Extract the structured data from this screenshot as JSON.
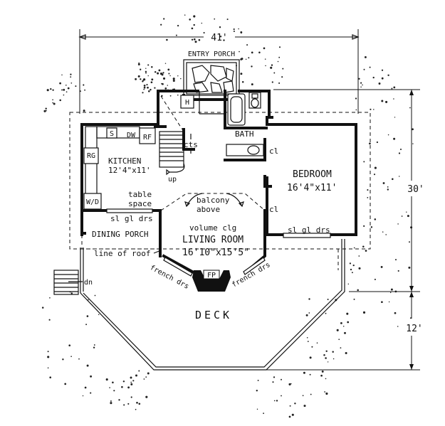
{
  "dimensions": {
    "width": "41'",
    "depth": "30'",
    "deck": "12'"
  },
  "rooms": {
    "entry_porch": "ENTRY PORCH",
    "bath": "BATH",
    "bedroom": {
      "name": "BEDROOM",
      "size": "16'4\"x11'"
    },
    "kitchen": {
      "name": "KITCHEN",
      "size": "12'4\"x11'"
    },
    "living_room": {
      "ceiling": "volume clg",
      "name": "LIVING ROOM",
      "size": "16'10\"x15'5\""
    },
    "dining_porch": "DINING PORCH",
    "deck": "DECK"
  },
  "labels": {
    "water_heater": "H",
    "closet_cts": "cts",
    "closet_bath": "cl",
    "closet_bedroom": "cl",
    "stair_up": "up",
    "stair_down": "dn",
    "balcony_line1": "balcony",
    "balcony_line2": "above",
    "table_line1": "table",
    "table_line2": "space",
    "slider_kitchen": "sl gl drs",
    "slider_bedroom": "sl gl drs",
    "french_left": "french drs",
    "french_right": "french drs",
    "fireplace": "FP",
    "roof_line": "line of roof"
  },
  "appliances": {
    "sink": "S",
    "dishwasher": "DW",
    "refrigerator": "RF",
    "range": "RG",
    "washer_dryer": "W/D"
  }
}
